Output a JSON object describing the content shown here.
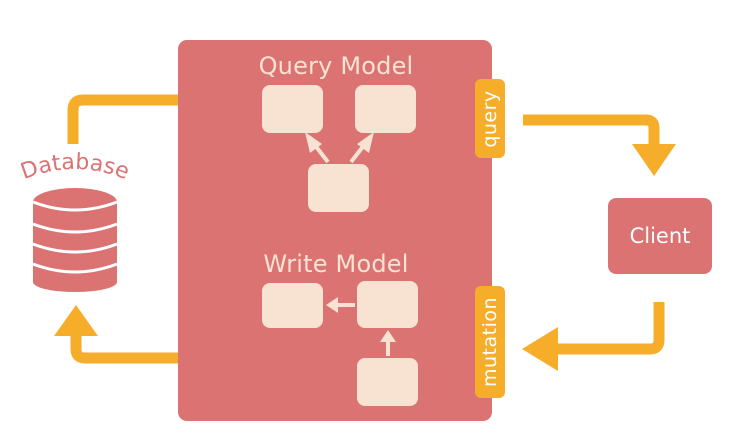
{
  "diagram": {
    "query_model_title": "Query Model",
    "write_model_title": "Write Model",
    "query_tag": "query",
    "mutation_tag": "mutation",
    "client_label": "Client",
    "database_label": "Database"
  },
  "colors": {
    "panel": "#db7373",
    "box": "#f8e2d2",
    "arrow": "#f5ad2a",
    "client": "#db7373",
    "database": "#db7373"
  }
}
